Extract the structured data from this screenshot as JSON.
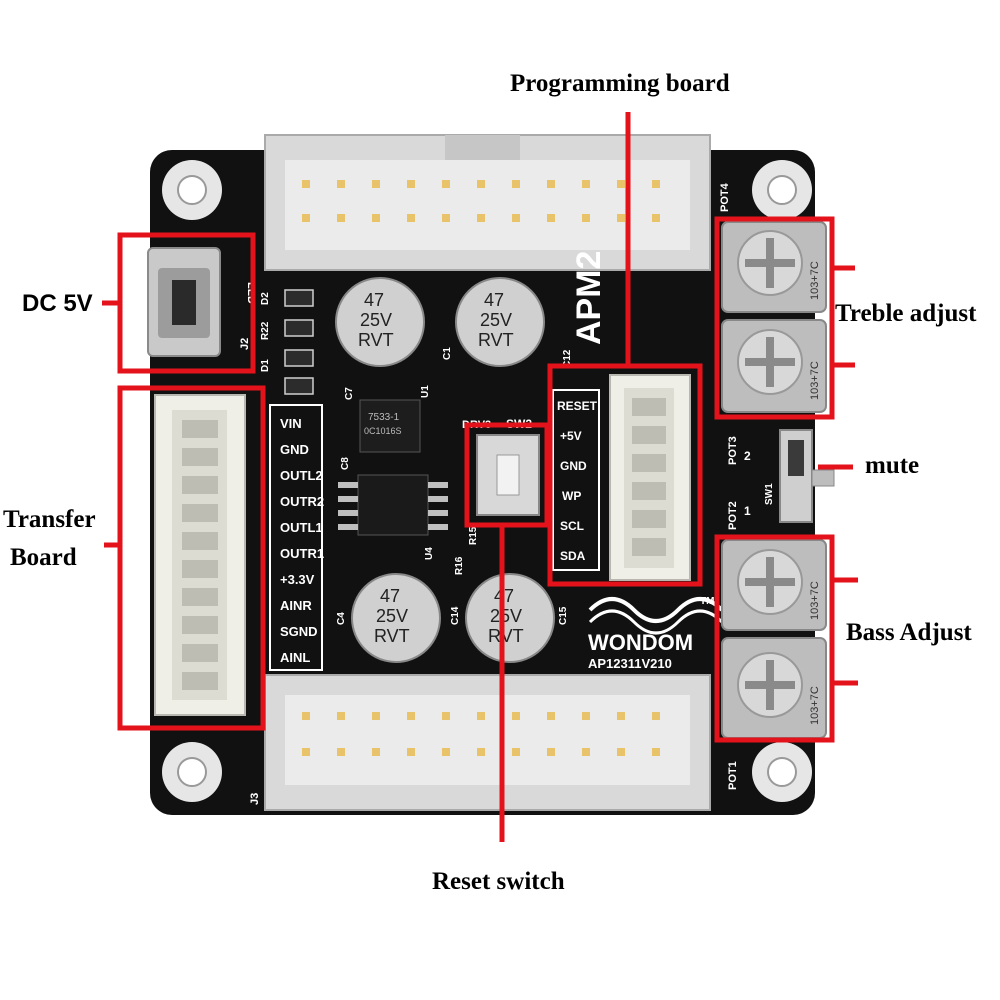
{
  "callouts": {
    "programming_board": "Programming board",
    "dc_5v": "DC 5V",
    "treble_adjust": "Treble adjust",
    "mute": "mute",
    "transfer_board_line1": "Transfer",
    "transfer_board_line2": "Board",
    "bass_adjust": "Bass Adjust",
    "reset_switch": "Reset switch"
  },
  "board": {
    "brand": "WONDOM",
    "model": "AP12311V210",
    "logo": "APM2",
    "trademark": "TM",
    "left_pins": [
      "VIN",
      "GND",
      "OUTL2",
      "OUTR2",
      "OUTL1",
      "OUTR1",
      "+3.3V",
      "AINR",
      "SGND",
      "AINL"
    ],
    "right_pins": [
      "RESET",
      "+5V",
      "GND",
      "WP",
      "SCL",
      "SDA"
    ],
    "capacitor_text": [
      "47",
      "25V",
      "RVT"
    ],
    "pot_code": "103+7C",
    "pot_labels": [
      "POT4",
      "POT3",
      "POT2",
      "POT1"
    ],
    "pot_numbers": [
      "2",
      "1"
    ],
    "component_labels": {
      "led": "LED",
      "j2": "J2",
      "j3": "J3",
      "sw1": "SW1",
      "sw2": "SW2",
      "c1": "C1",
      "c4": "C4",
      "c7": "C7",
      "c8": "C8",
      "c12": "C12",
      "c14": "C14",
      "c15": "C15",
      "u1": "U1",
      "u4": "U4",
      "d1": "D1",
      "d2": "D2",
      "r22": "R22",
      "r16": "R16",
      "r15": "R15",
      "drv3": "DRV3",
      "regulator": "7533-1",
      "regulator_code": "0C1016S"
    }
  },
  "colors": {
    "callout_red": "#e3121b",
    "pcb": "#111111",
    "silkscreen": "#ffffff",
    "connector": "#d8d8d8",
    "capacitor": "#cfcfcf",
    "potentiometer": "#bdbdbd"
  }
}
